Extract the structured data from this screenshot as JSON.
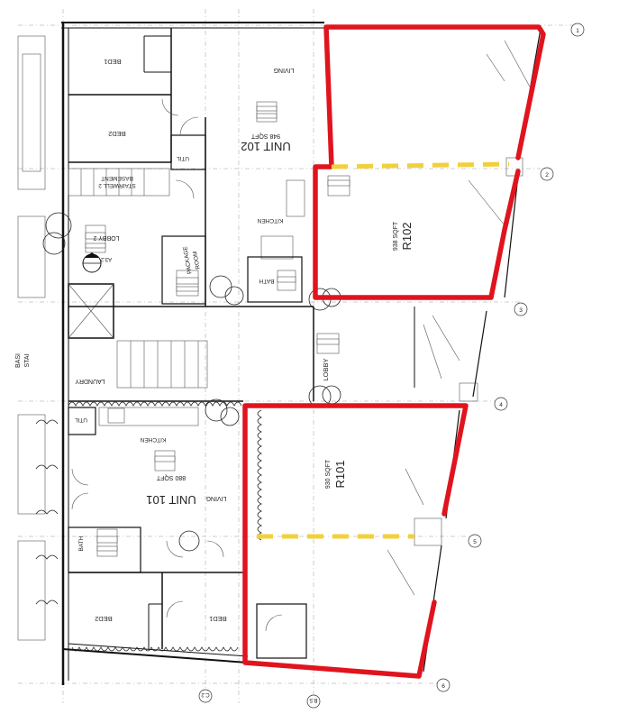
{
  "drawing": {
    "orientation": "rotated-180",
    "colors": {
      "boundary_red": "#e0141e",
      "divider_yellow": "#f2d03b",
      "linework": "#111111"
    }
  },
  "rooms": {
    "unit102": {
      "name": "UNIT 102",
      "area": "948 SQFT"
    },
    "unit101": {
      "name": "UNIT 101",
      "area": "880 SQFT"
    },
    "r102": {
      "name": "R102",
      "area": "938 SQFT"
    },
    "r101": {
      "name": "R101",
      "area": "930 SQFT"
    },
    "living_top": "LIVING",
    "living_bottom": "LIVING",
    "bed1_top": "BED1",
    "bed2_top": "BED2",
    "bed1_bottom": "BED1",
    "bed2_bottom": "BED2",
    "kitchen_top": "KITCHEN",
    "kitchen_bottom": "KITCHEN",
    "util_top": "UTIL",
    "util_bottom": "UTIL",
    "bath_top": "BATH",
    "bath_bottom": "BATH",
    "lobby": "LOBBY",
    "lobby2": "LOBBY 2",
    "laundry": "LAUNDRY",
    "package_line1": "PACKAGE",
    "package_line2": "ROOM",
    "stair_line1": "BASEMENT",
    "stair_line2": "STAIRWELL 2",
    "basi_line1": "BASI",
    "basi_line2": "STAI"
  },
  "tags": {
    "section_callout": "A3.2"
  },
  "grid_bubbles": {
    "right": [
      "1",
      "2",
      "3",
      "4",
      "5",
      "6"
    ],
    "bottom": [
      "C.2",
      "B.5"
    ]
  }
}
